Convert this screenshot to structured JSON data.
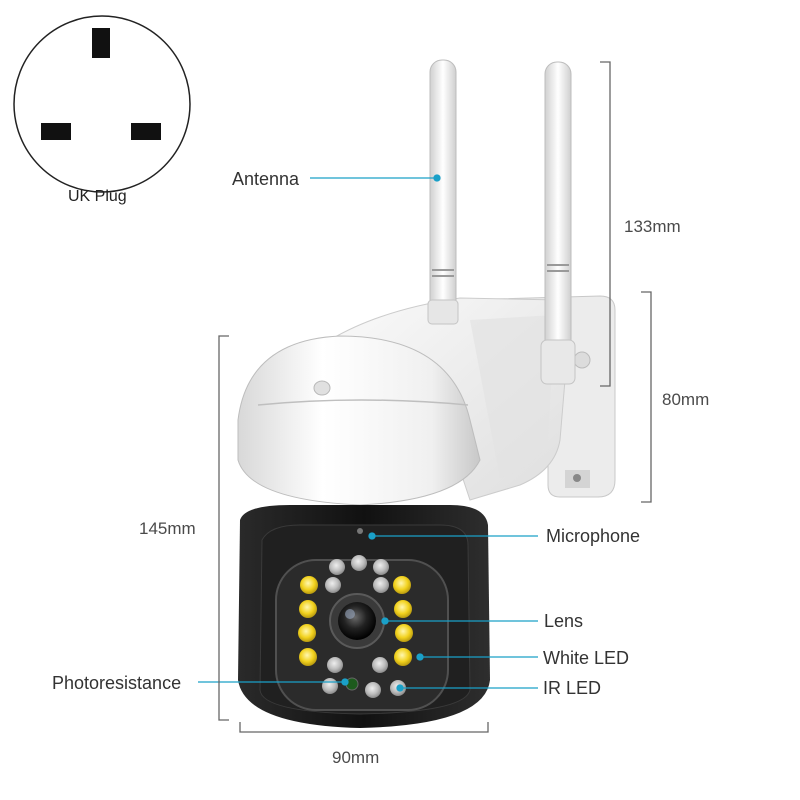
{
  "plug": {
    "caption": "UK Plug"
  },
  "labels": {
    "antenna": "Antenna",
    "microphone": "Microphone",
    "lens": "Lens",
    "white_led": "White LED",
    "ir_led": "IR LED",
    "photoresistance": "Photoresistance"
  },
  "dimensions": {
    "antenna_height": "133mm",
    "bracket_height": "80mm",
    "body_height": "145mm",
    "body_width": "90mm"
  },
  "colors": {
    "callout_line": "#1aa0c8",
    "yellow_led": "#f2d21e",
    "camera_white": "#f2f2f2",
    "camera_black": "#1a1a1a"
  }
}
